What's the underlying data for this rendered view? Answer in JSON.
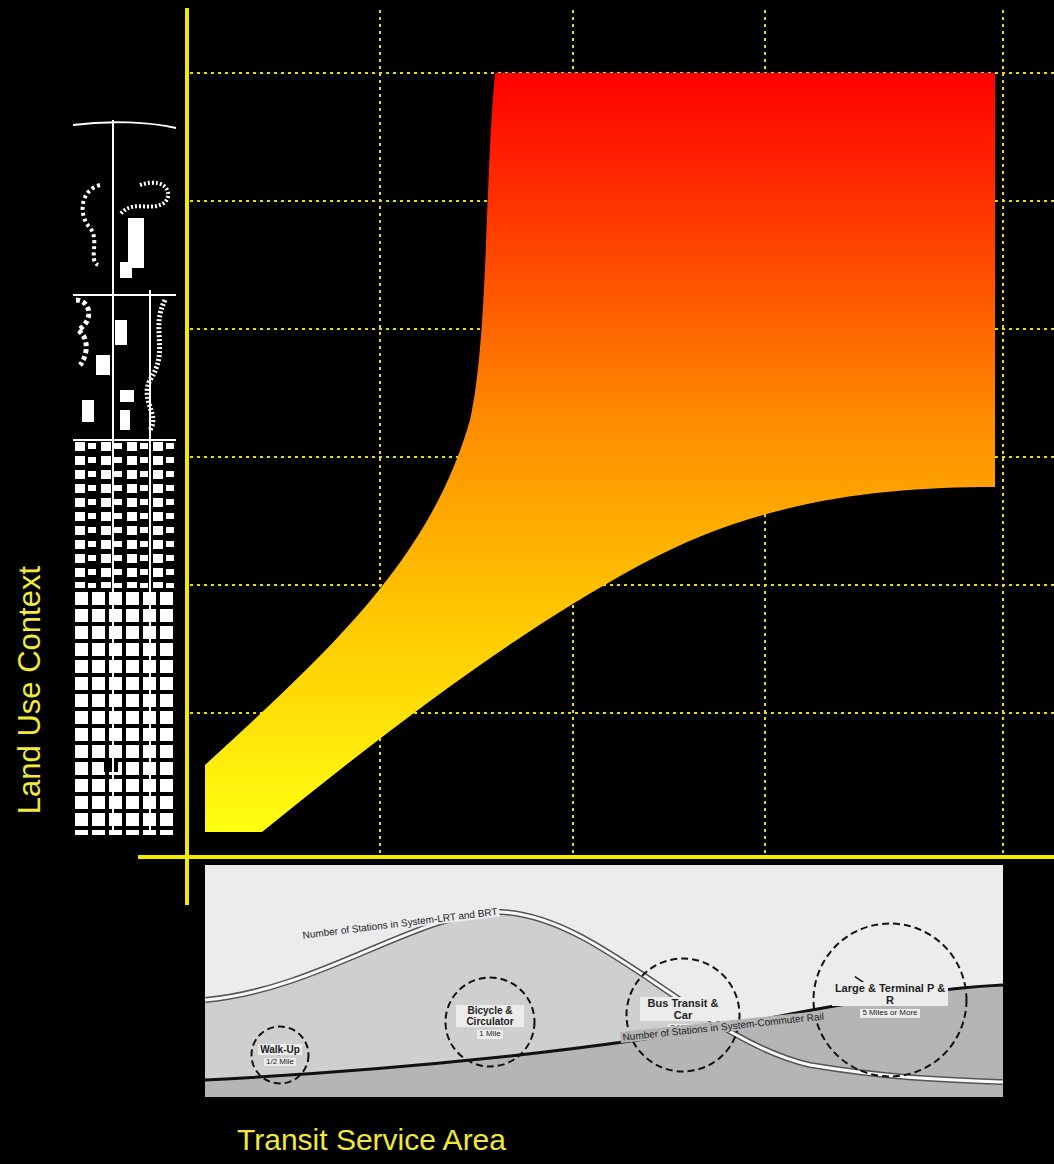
{
  "diagram": {
    "nodes": [
      {
        "text": [
          "Walk-Up",
          "1/2 Mile"
        ]
      },
      {
        "text": [
          "Bicycle & Circulator",
          "1 Mile"
        ]
      },
      {
        "text": [
          "Bus Transit & Car",
          "3 Miles"
        ]
      },
      {
        "text": [
          "Large & Terminal P & R",
          "5 Miles or More"
        ]
      }
    ],
    "edges": [],
    "labels": [
      "Land Use Context",
      "Transit Service Area",
      "Number of Stations in System-LRT and BRT",
      "Number of Stations in System-Commuter Rail"
    ]
  }
}
